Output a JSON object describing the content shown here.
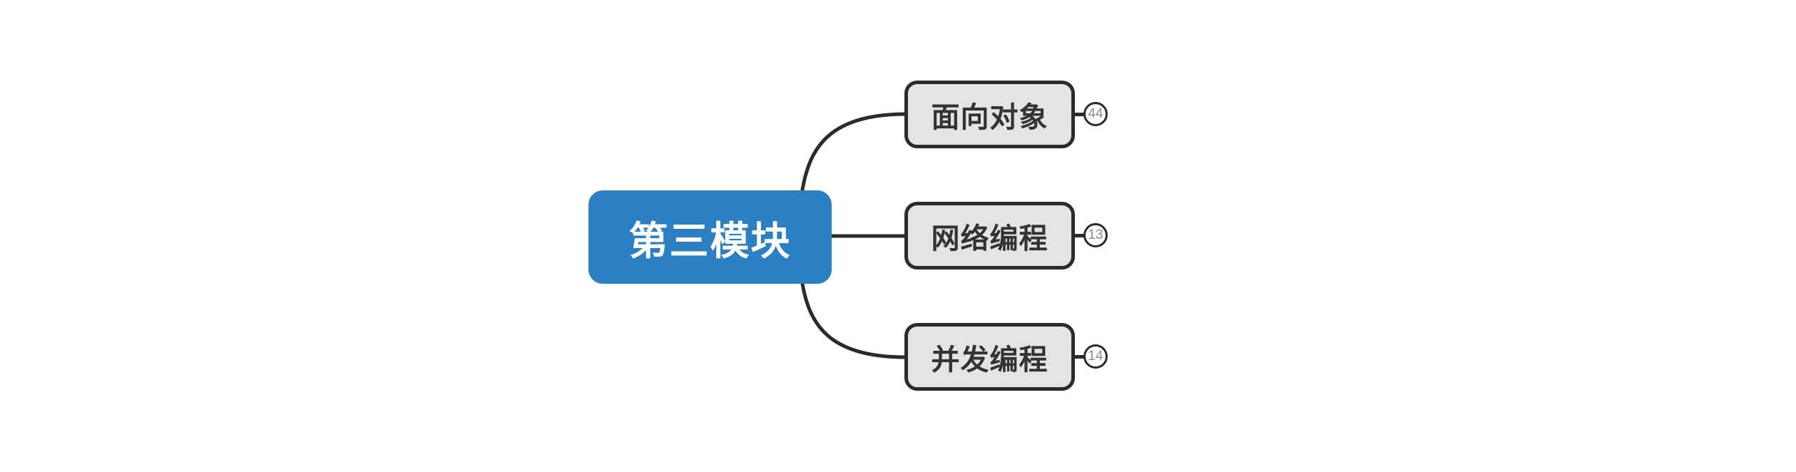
{
  "canvas": {
    "background_color": "#ffffff"
  },
  "mindmap": {
    "root": {
      "label": "第三模块",
      "fill_color": "#2b7fc3",
      "text_color": "#ffffff"
    },
    "children": [
      {
        "label": "面向对象",
        "badge_count": "44"
      },
      {
        "label": "网络编程",
        "badge_count": "13"
      },
      {
        "label": "并发编程",
        "badge_count": "14"
      }
    ],
    "child_style": {
      "fill_color": "#e4e4e4",
      "border_color": "#2b2b2b",
      "text_color": "#333333"
    },
    "badge_style": {
      "fill_color": "#ffffff",
      "border_color": "#2b2b2b",
      "text_color": "#8c8c8c"
    },
    "connector_color": "#2b2b2b"
  }
}
